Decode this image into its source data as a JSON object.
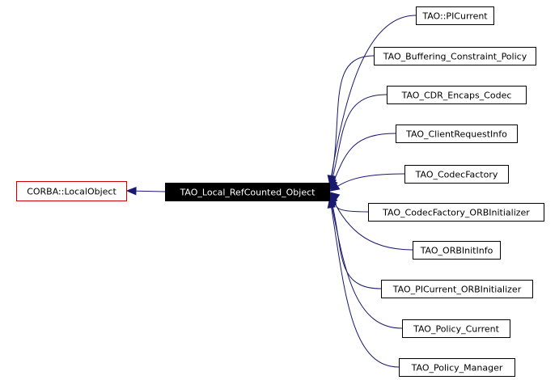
{
  "diagram": {
    "type": "inheritance-graph",
    "colors": {
      "edge": "#191970",
      "center_fill": "#000000",
      "center_text": "#ffffff",
      "base_border": "#cc0000",
      "node_border": "#000000",
      "node_text": "#000000"
    },
    "base": {
      "id": "corba-localobject",
      "label": "CORBA::LocalObject"
    },
    "center": {
      "id": "tao-local-refcounted-object",
      "label": "TAO_Local_RefCounted_Object"
    },
    "derived": [
      {
        "id": "tao-picurrent",
        "label": "TAO::PICurrent"
      },
      {
        "id": "tao-buffering-constraint-policy",
        "label": "TAO_Buffering_Constraint_Policy"
      },
      {
        "id": "tao-cdr-encaps-codec",
        "label": "TAO_CDR_Encaps_Codec"
      },
      {
        "id": "tao-clientrequestinfo",
        "label": "TAO_ClientRequestInfo"
      },
      {
        "id": "tao-codecfactory",
        "label": "TAO_CodecFactory"
      },
      {
        "id": "tao-codecfactory-orbinitializer",
        "label": "TAO_CodecFactory_ORBInitializer"
      },
      {
        "id": "tao-orbinitinfo",
        "label": "TAO_ORBInitInfo"
      },
      {
        "id": "tao-picurrent-orbinitializer",
        "label": "TAO_PICurrent_ORBInitializer"
      },
      {
        "id": "tao-policy-current",
        "label": "TAO_Policy_Current"
      },
      {
        "id": "tao-policy-manager",
        "label": "TAO_Policy_Manager"
      }
    ]
  }
}
